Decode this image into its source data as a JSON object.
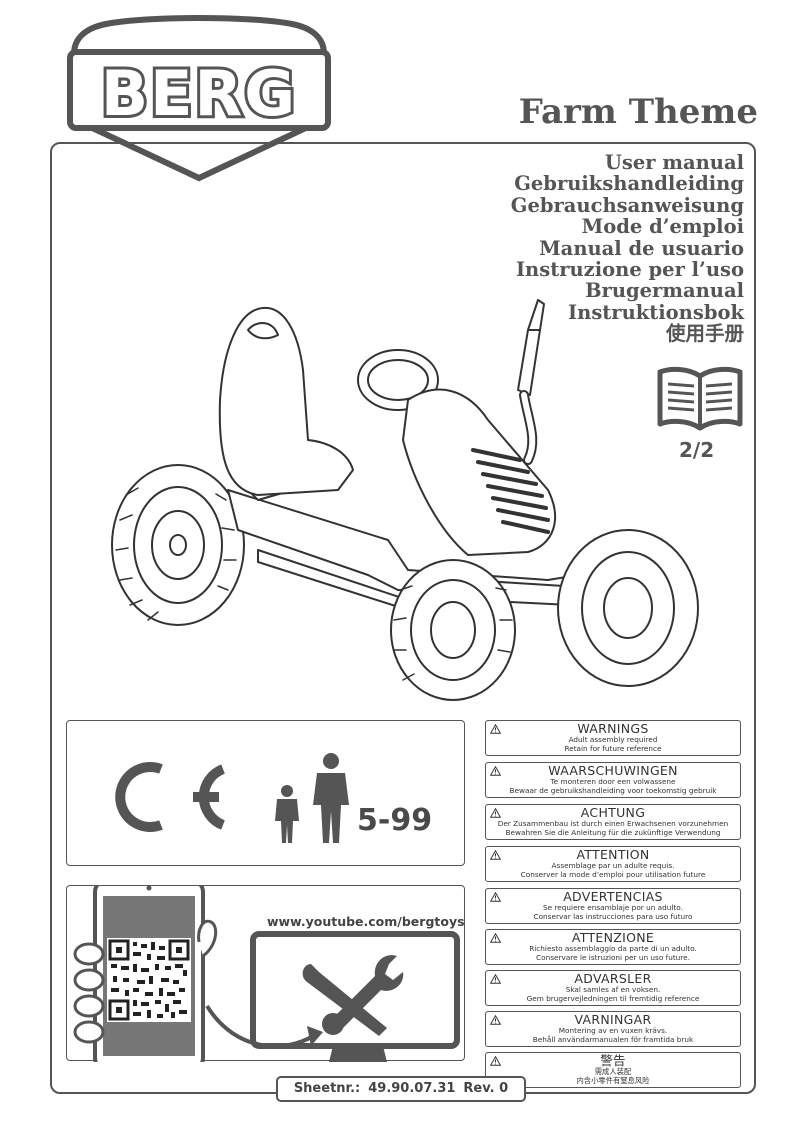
{
  "brand": "BERG",
  "product_title": "Farm Theme",
  "manual_titles": [
    "User manual",
    "Gebruikshandleiding",
    "Gebrauchsanweisung",
    "Mode d’emploi",
    "Manual de usuario",
    "Instruzione per l’uso",
    "Brugermanual",
    "Instruktionsbok",
    "使用手册"
  ],
  "part_number": "2/2",
  "age_range": "5-99",
  "youtube_url": "www.youtube.com/bergtoys",
  "warnings": [
    {
      "title": "WARNINGS",
      "lines": [
        "Adult assembly required",
        "Retain for future reference"
      ]
    },
    {
      "title": "WAARSCHUWINGEN",
      "lines": [
        "Te monteren door een volwassene",
        "Bewaar de gebruikshandleiding voor toekomstig gebruik"
      ]
    },
    {
      "title": "ACHTUNG",
      "lines": [
        "Der Zusammenbau ist durch einen Erwachsenen vorzunehmen",
        "Bewahren Sie die Anleitung für die zukünftige Verwendung"
      ]
    },
    {
      "title": "ATTENTION",
      "lines": [
        "Assemblage par un adulte requis.",
        "Conserver la mode d’emploi pour utilisation future"
      ]
    },
    {
      "title": "ADVERTENCIAS",
      "lines": [
        "Se requiere ensamblaje por un adulto.",
        "Conservar las instrucciones para uso futuro"
      ]
    },
    {
      "title": "ATTENZIONE",
      "lines": [
        "Richiesto assemblaggio da parte di un adulto.",
        "Conservare le istruzioni per un uso future."
      ]
    },
    {
      "title": "ADVARSLER",
      "lines": [
        "Skal samles af en voksen.",
        "Gem brugervejledningen til fremtidig reference"
      ]
    },
    {
      "title": "VARNINGAR",
      "lines": [
        "Montering av en vuxen krävs.",
        "Behåll användarmanualen för framtida bruk"
      ]
    },
    {
      "title": "警告",
      "lines": [
        "需成人装配",
        "内含小零件有窒息风险"
      ]
    }
  ],
  "sheet": {
    "label": "Sheetnr.:",
    "number": "49.90.07.31",
    "rev": "Rev. 0"
  },
  "colors": {
    "ink": "#555555",
    "paper": "#ffffff"
  }
}
